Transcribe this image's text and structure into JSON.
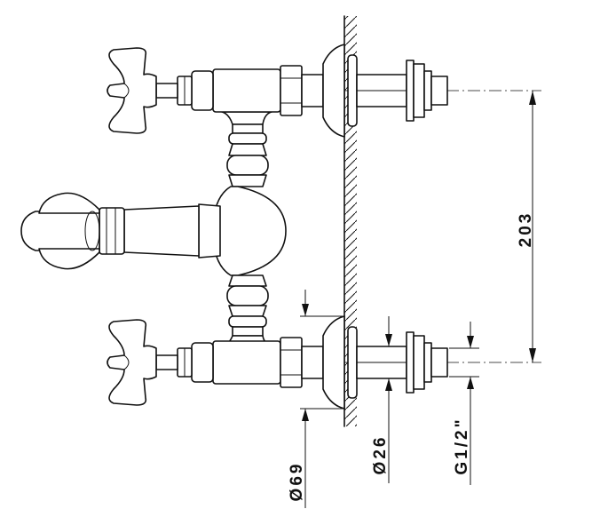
{
  "drawing": {
    "dimensions": {
      "center_distance": "203",
      "cover_diameter": "Ø69",
      "pipe_diameter": "Ø26",
      "thread": "G1/2\""
    }
  }
}
